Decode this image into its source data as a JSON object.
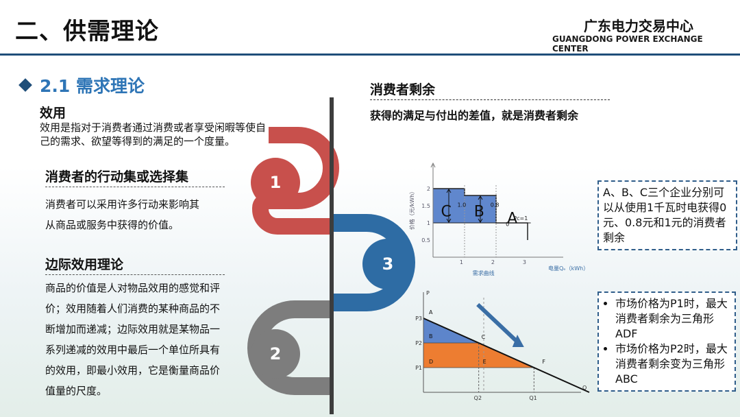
{
  "header": {
    "title": "二、供需理论",
    "logo_cn": "广东电力交易中心",
    "logo_en": "GUANGDONG POWER EXCHANGE CENTER"
  },
  "section_title": "2.1 需求理论",
  "left": {
    "utility": {
      "heading": "效用",
      "body": "效用是指对于消费者通过消费或者享受闲暇等使自己的需求、欲望等得到的满足的一个度量。"
    },
    "action_set": {
      "heading": "消费者的行动集或选择集",
      "body_lines": [
        "消费者可以采用许多行动来影响其",
        "从商品或服务中获得的价值。"
      ]
    },
    "marginal": {
      "heading": "边际效用理论",
      "body_lines": [
        "商品的价值是人对物品效用的感觉和评",
        "价；效用随着人们消费的某种商品的不",
        "断增加而递减；边际效用就是某物品一",
        "系列递减的效用中最后一个单位所具有",
        "的效用，即最小效用，它是衡量商品价",
        "值量的尺度。"
      ]
    }
  },
  "badges": [
    "1",
    "3",
    "2"
  ],
  "colors": {
    "red": "#c8504c",
    "blue": "#2e6ca4",
    "gray": "#7d7d7d",
    "header_blue": "#1f4e79",
    "fill_blue": "#4472c4",
    "fill_orange": "#ed7d31"
  },
  "right": {
    "heading": "消费者剩余",
    "definition": "获得的满足与付出的差值，就是消费者剩余",
    "note1": "A、B、C三个企业分别可以从使用1千瓦时电获得0元、0.8元和1元的消费者剩余",
    "note2_items": [
      "市场价格为P1时，最大消费者剩余为三角形ADF",
      "市场价格为P2时，最大消费者剩余变为三角形ABC"
    ]
  },
  "chart_data": [
    {
      "type": "step",
      "ylabel": "价格（元/kWh）",
      "xlabel": "电量Qₑ（kWh）",
      "caption": "需求曲线",
      "x_ticks": [
        "1",
        "2",
        "3"
      ],
      "y_ticks": [
        "0.5",
        "1",
        "1.5",
        "2"
      ],
      "steps": [
        {
          "x0": 0,
          "x1": 1,
          "price": 2
        },
        {
          "x0": 1,
          "x1": 2,
          "price": 1.8
        },
        {
          "x0": 2,
          "x1": 3,
          "price": 1
        }
      ],
      "market_price": 1,
      "market_price_label": "Pc=1",
      "surplus_labels": [
        {
          "name": "C",
          "value": "1.0"
        },
        {
          "name": "B",
          "value": "0.8"
        },
        {
          "name": "A",
          "value": "0"
        }
      ]
    },
    {
      "type": "line",
      "xlabel": "Q",
      "ylabel": "P",
      "price_levels": {
        "P3": 3,
        "P2": 2,
        "P1": 1
      },
      "quantities": {
        "Q2": 2,
        "Q1": 3.5
      },
      "demand_line": [
        [
          0,
          3
        ],
        [
          5.5,
          0
        ]
      ],
      "point_labels": [
        "A",
        "B",
        "C",
        "D",
        "E",
        "F"
      ]
    }
  ]
}
